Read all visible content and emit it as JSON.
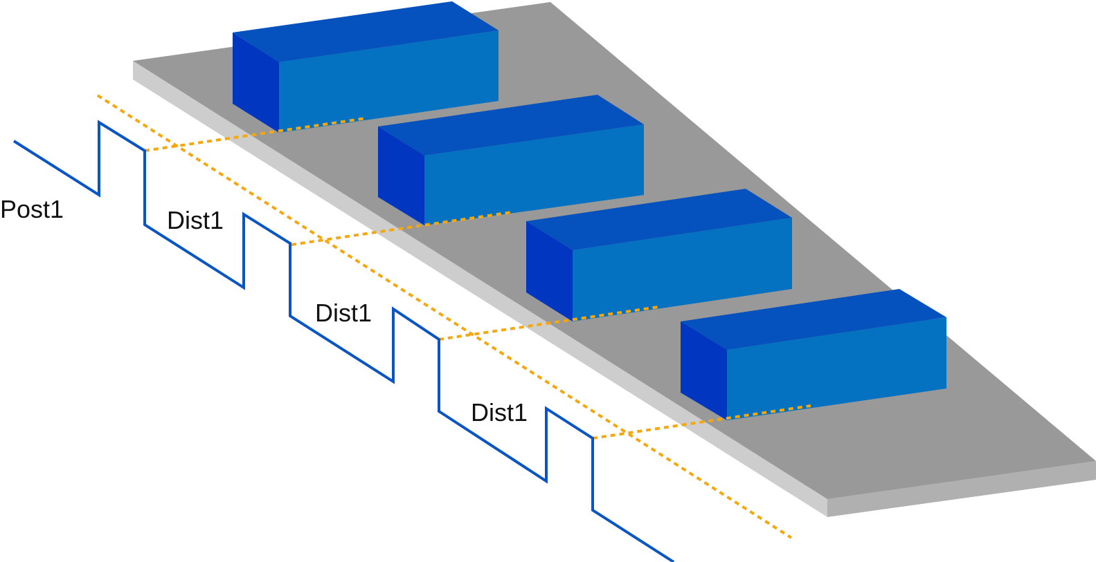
{
  "labels": {
    "post": "Post1",
    "dist_1": "Dist1",
    "dist_2": "Dist1",
    "dist_3": "Dist1"
  },
  "colors": {
    "belt_top": "#999999",
    "belt_left_edge": "#cdcdcd",
    "belt_front_edge": "#b0b0b0",
    "box_top": "#0551be",
    "box_end": "#0136c0",
    "box_side": "#0471c1",
    "signal_line": "#0a55c4",
    "guide_line": "#f5a70f"
  },
  "box_count": 4
}
